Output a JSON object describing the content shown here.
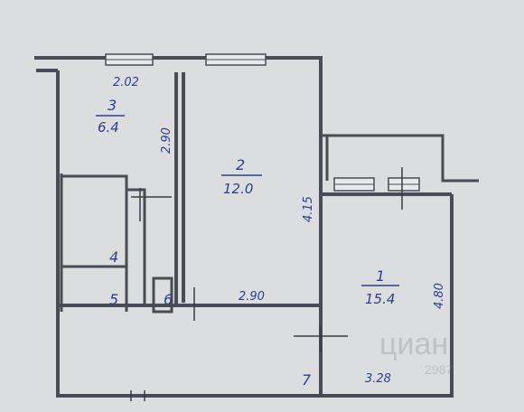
{
  "rooms": [
    {
      "number": "1",
      "area": "15.4"
    },
    {
      "number": "2",
      "area": "12.0"
    },
    {
      "number": "3",
      "area": "6.4"
    },
    {
      "number": "4"
    },
    {
      "number": "5"
    },
    {
      "number": "6"
    },
    {
      "number": "7"
    }
  ],
  "dimensions": {
    "room3_top": "2.02",
    "room3_side": "2.90",
    "room2_side": "4.15",
    "room2_bottom": "2.90",
    "room1_side": "4.80",
    "room1_bottom": "3.28"
  },
  "watermark": "циан",
  "watermark_digits": "2987"
}
